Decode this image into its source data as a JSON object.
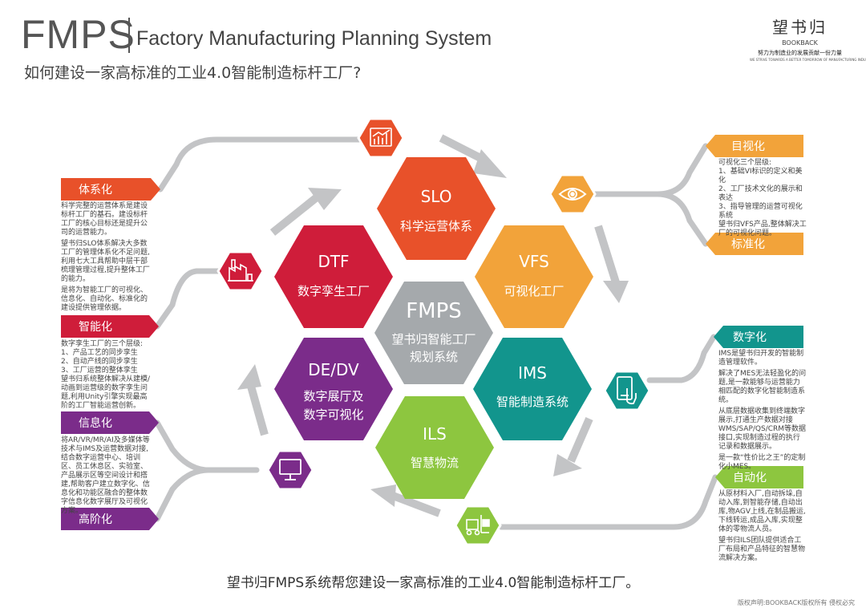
{
  "header": {
    "title_main": "FMPS",
    "title_sub": "Factory Manufacturing Planning System",
    "subtitle": "如何建设一家高标准的工业4.0智能制造标杆工厂?"
  },
  "logo": {
    "cn": "望书归",
    "en": "BOOKBACK",
    "slogan": "努力为制造业的发展贡献一份力量",
    "slogan_en": "WE STRIVE TOWARDS A BETTER TOMORROW OF MANUFACTURING INDUSTRY"
  },
  "center": {
    "title": "FMPS",
    "line1": "望书归智能工厂",
    "line2": "规划系统",
    "color": "#a5a9ac"
  },
  "hexes": {
    "slo": {
      "abbr": "SLO",
      "line1": "科学运营体系",
      "color": "#e8512a"
    },
    "vfs": {
      "abbr": "VFS",
      "line1": "可视化工厂",
      "color": "#f2a33a"
    },
    "ims": {
      "abbr": "IMS",
      "line1": "智能制造系统",
      "color": "#12958d"
    },
    "ils": {
      "abbr": "ILS",
      "line1": "智慧物流",
      "color": "#8dc63f"
    },
    "dedv": {
      "abbr": "DE/DV",
      "line1": "数字展厅及",
      "line2": "数字可视化",
      "color": "#7b2c8a"
    },
    "dtf": {
      "abbr": "DTF",
      "line1": "数字孪生工厂",
      "color": "#cf1d3a"
    }
  },
  "icons": {
    "slo": "bar-chart-icon",
    "vfs": "eye-icon",
    "ims": "touch-tablet-icon",
    "ils": "forklift-icon",
    "dedv": "monitor-icon",
    "dtf": "factory-icon"
  },
  "tags": {
    "tixihua": {
      "label": "体系化",
      "color": "#e8512a"
    },
    "zhinenghua": {
      "label": "智能化",
      "color": "#cf1d3a"
    },
    "xinxihua": {
      "label": "信息化",
      "color": "#7b2c8a"
    },
    "gaojiehua": {
      "label": "高阶化",
      "color": "#7b2c8a"
    },
    "mushihua": {
      "label": "目视化",
      "color": "#f2a33a"
    },
    "biaozhunhua": {
      "label": "标准化",
      "color": "#f2a33a"
    },
    "shuzihua": {
      "label": "数字化",
      "color": "#12958d"
    },
    "zidonghua": {
      "label": "自动化",
      "color": "#8dc63f"
    }
  },
  "texts": {
    "slo_p1": "科学完整的运营体系是建设标杆工厂的基石。建设标杆工厂的核心目标还是提升公司的运营能力。",
    "slo_p2": "望书归SLO体系解决大多数工厂的管理体系化不足问题,利用七大工具帮助中层干部梳理管理过程,提升整体工厂的能力。",
    "slo_p3": "是将为智能工厂的可视化、信息化、自动化、标准化的建设提供管理依据。",
    "dtf_p1": "数字孪生工厂的三个层级:",
    "dtf_l1": "1、产品工艺的同步孪生",
    "dtf_l2": "2、自动产线的同步孪生",
    "dtf_l3": "3、工厂运营的整体孪生",
    "dtf_p2": "望书归系统整体解决从建模/动画到运营级的数字孪生问题,利用Unity引擎实现最高阶的工厂智能运营创新。",
    "dedv_p1": "将AR/VR/MR/AI及多媒体等技术与IMS及运营数据对接,结合数字运营中心、培训区、员工休息区、实验室、产品展示区等空间设计和搭建,帮助客户建立数字化、信息化和功能区融合的整体数字信息化数字展厅及可视化方案。",
    "vfs_p1": "可视化三个层级:",
    "vfs_l1": "1、基础VI标识的定义和美化",
    "vfs_l2": "2、工厂技术文化的展示和表达",
    "vfs_l3": "3、指导管理的运营可视化系统",
    "vfs_p2": "望书归VFS产品,整体解决工厂的可视化问题。",
    "ims_p1": "IMS是望书归开发的智能制造管理软件。",
    "ims_p2": "解决了MES无法轻盈化的问题,是一款能够与运营能力相匹配的数字化智能制造系统。",
    "ims_p3": "从底层数据收集到终端数字展示,打通生产数据对接WMS/SAP/QS/CRM等数据接口,实现制造过程的执行记录和数据展示。",
    "ims_p4": "是一款“性价比之王”的定制化小MES。",
    "ils_p1": "从原材料入厂,自动拆垛,自动入库,到智能存储,自动出库,物AGV上线,在制品搬运,下线转运,成品入库,实现整体的零物流人员。",
    "ils_p2": "望书归ILS团队提供适合工厂布局和产品特征的智慧物流解决方案。"
  },
  "footer": {
    "bottom_text": "望书归FMPS系统帮您建设一家高标准的工业4.0智能制造标杆工厂。",
    "copyright": "版权声明:BOOKBACK版权所有 侵权必究"
  },
  "colors": {
    "arrow": "#c3c4c6",
    "text": "#444444"
  }
}
